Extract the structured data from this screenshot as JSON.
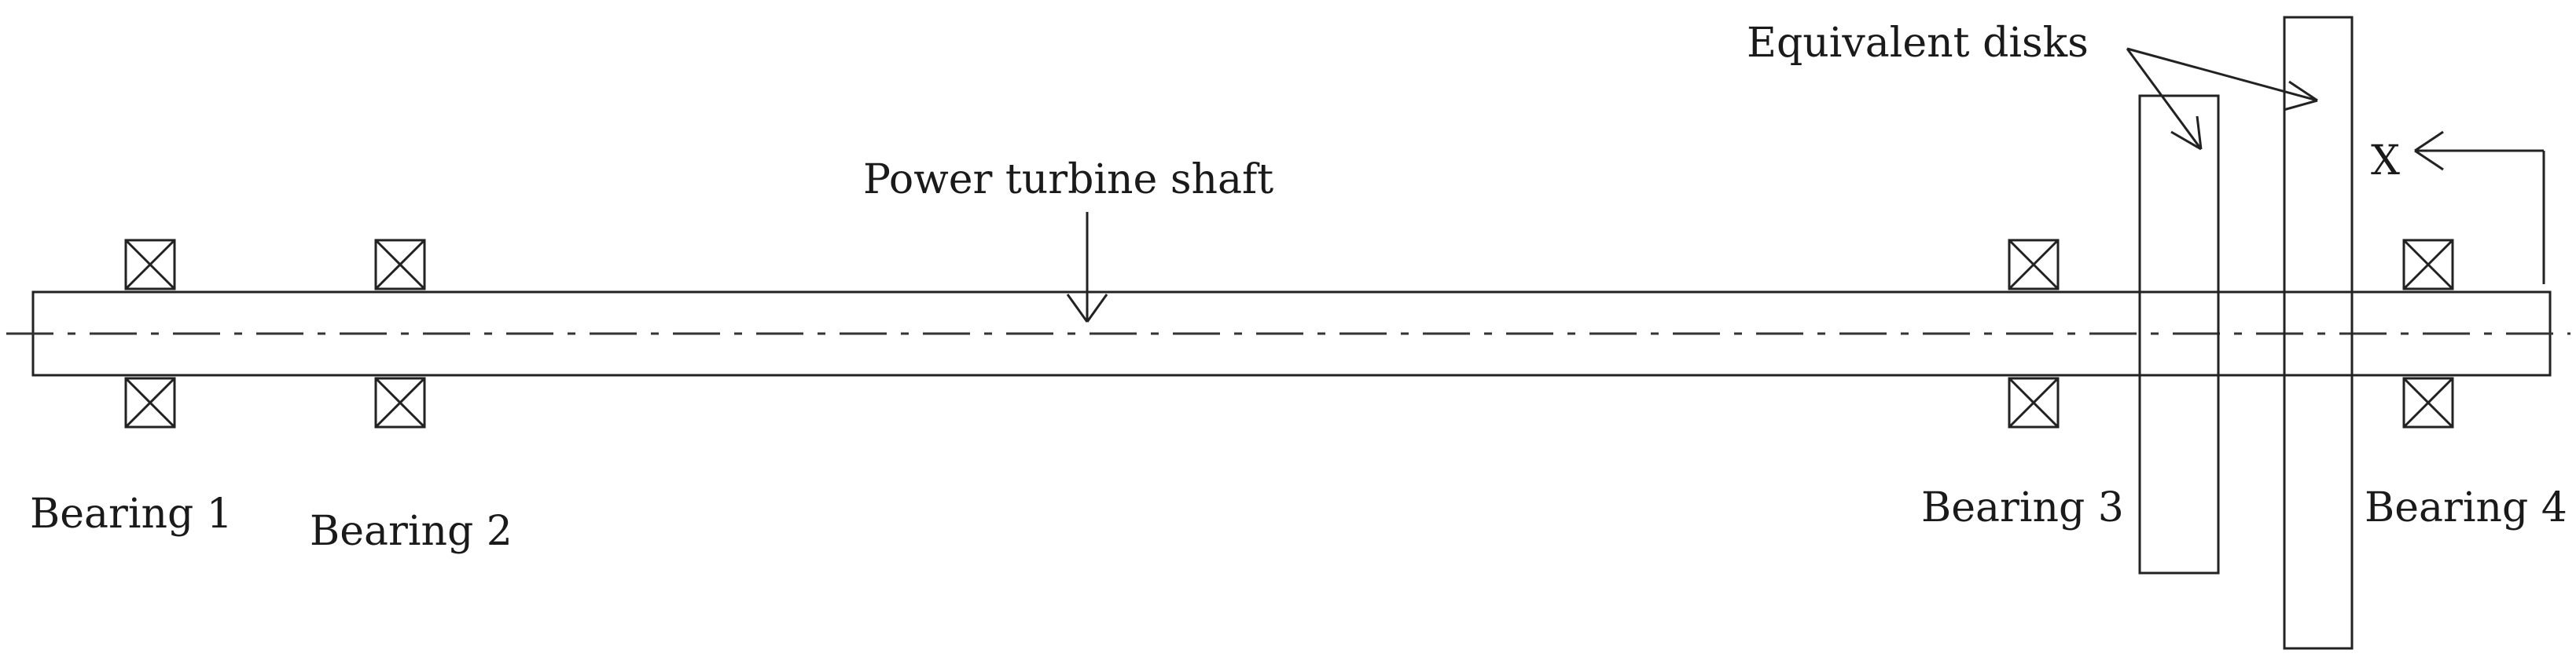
{
  "labels": {
    "power_turbine_shaft": "Power turbine shaft",
    "equivalent_disks": "Equivalent disks",
    "x_axis": "X",
    "bearing_1": "Bearing 1",
    "bearing_2": "Bearing 2",
    "bearing_3": "Bearing 3",
    "bearing_4": "Bearing 4"
  },
  "colors": {
    "line": "#222222",
    "background": "#ffffff"
  }
}
